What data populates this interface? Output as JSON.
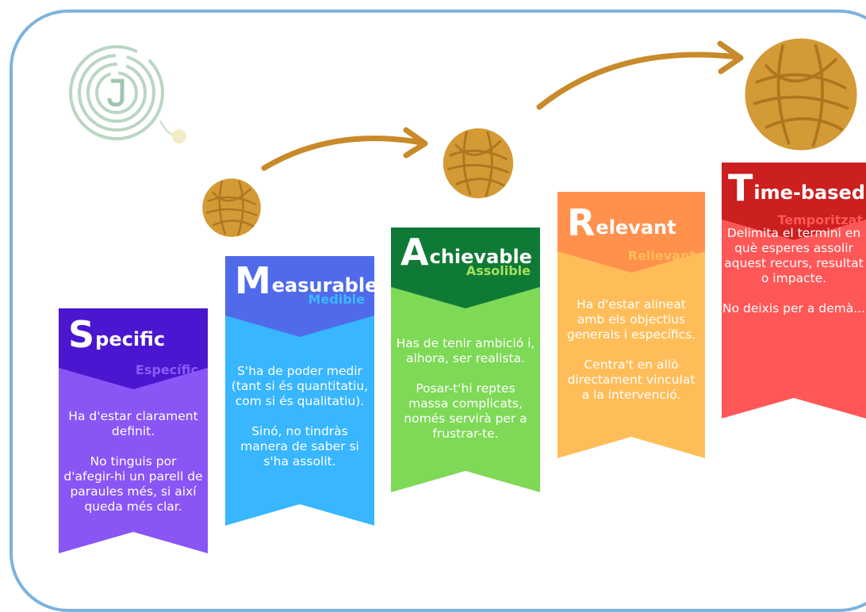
{
  "cards": [
    {
      "letter": "S",
      "rest": "pecific",
      "translation": "Específic",
      "paragraphs": [
        "Ha d'estar clarament definit.",
        "No tinguis por d'afegir-hi un parell de paraules més, si així queda més clar."
      ],
      "colors": {
        "head": "#4a16d0",
        "body": "#8a55f5",
        "sub": "#8b5cf6"
      }
    },
    {
      "letter": "M",
      "rest": "easurable",
      "translation": "Medible",
      "paragraphs": [
        "S'ha de poder medir (tant si és quantitatiu, com si és qualitatiu).",
        "Sinó, no tindràs manera de saber si s'ha assolit."
      ],
      "colors": {
        "head": "#4f6bea",
        "body": "#38b6ff",
        "sub": "#3bb8ff"
      }
    },
    {
      "letter": "A",
      "rest": "chievable",
      "translation": "Assolible",
      "paragraphs": [
        "Has de tenir ambició i, alhora, ser realista.",
        "Posar-t'hi reptes massa complicats, només servirà per a frustrar-te."
      ],
      "colors": {
        "head": "#0f7a35",
        "body": "#7ed957",
        "sub": "#a6e05a"
      }
    },
    {
      "letter": "R",
      "rest": "elevant",
      "translation": "Rellevant",
      "paragraphs": [
        "Ha d'estar alineat amb els objectius generals i específics.",
        "Centra't en allò directament vinculat a la intervenció."
      ],
      "colors": {
        "head": "#ff914d",
        "body": "#ffbd59",
        "sub": "#ffbd59"
      }
    },
    {
      "letter": "T",
      "rest": "ime-based",
      "translation": "Temporitzat",
      "paragraphs": [
        "Delimita el termini en què esperes assolir aquest recurs, resultat o impacte.",
        "No deixis per a demà..."
      ],
      "colors": {
        "head": "#cc1f1f",
        "body": "#ff5757",
        "sub": "#ff5757"
      }
    }
  ]
}
